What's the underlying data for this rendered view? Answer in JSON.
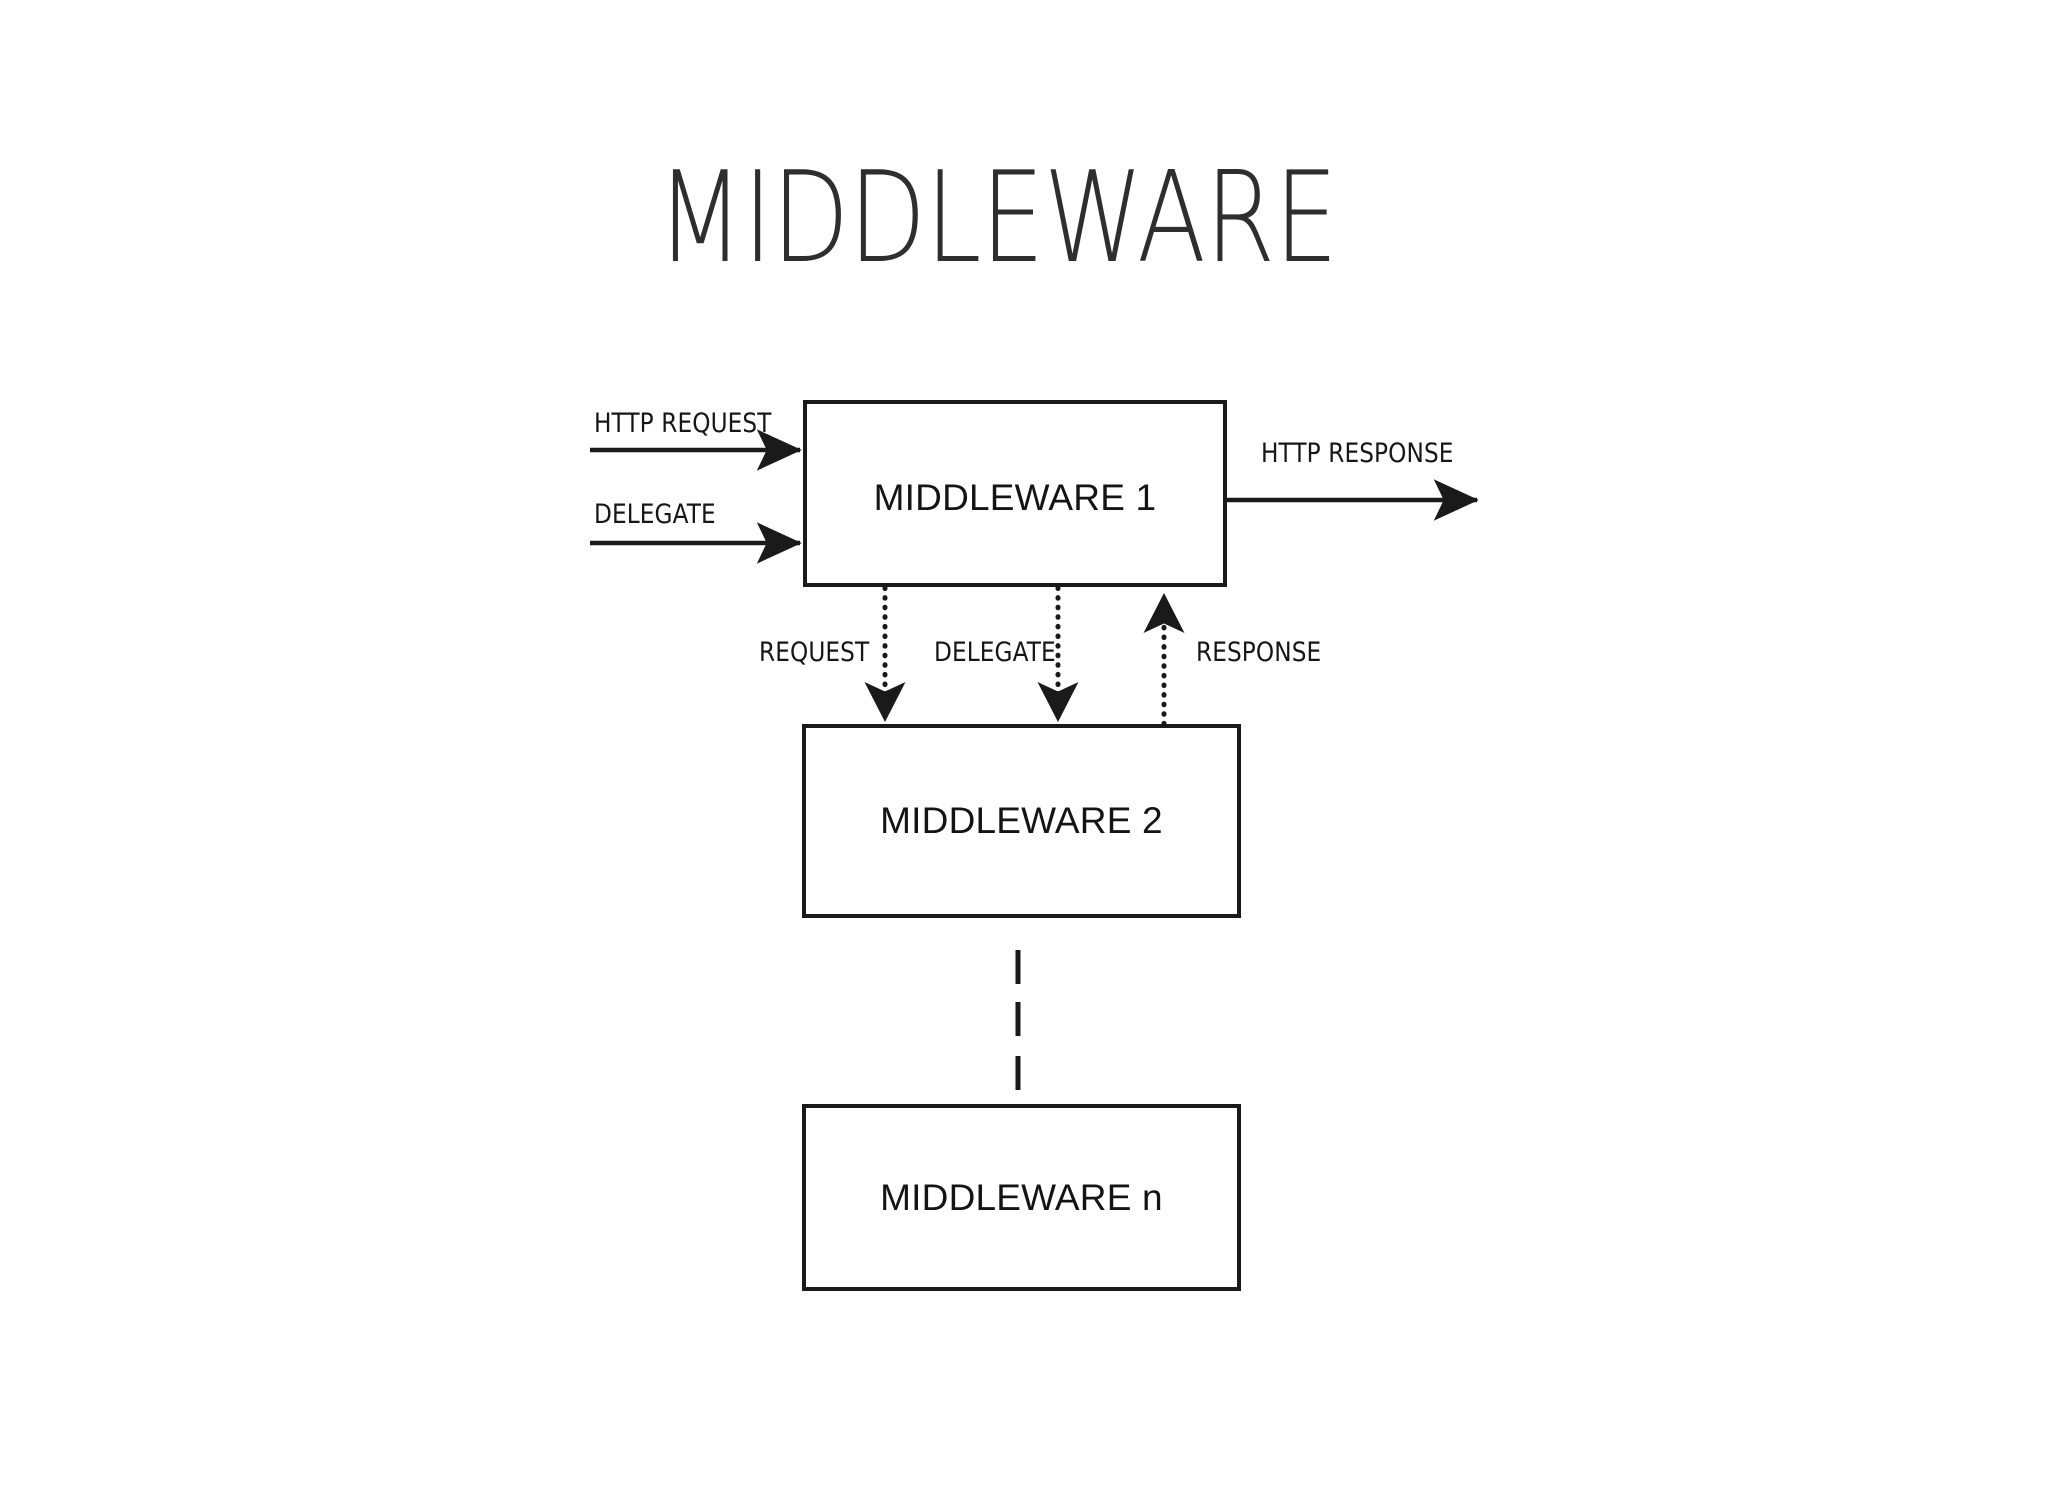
{
  "page": {
    "title": "MIDDLEWARE",
    "background_color": "#ffffff",
    "stroke_color": "#1a1a1a",
    "text_color": "#161616"
  },
  "diagram": {
    "type": "flow-diagram",
    "nodes": [
      {
        "id": "middleware-1",
        "label": "MIDDLEWARE 1"
      },
      {
        "id": "middleware-2",
        "label": "MIDDLEWARE 2"
      },
      {
        "id": "middleware-n",
        "label": "MIDDLEWARE n"
      }
    ],
    "external_edges": [
      {
        "id": "http-request",
        "label": "HTTP REQUEST",
        "from": "client",
        "to": "middleware-1",
        "direction": "right",
        "style": "solid"
      },
      {
        "id": "delegate-in",
        "label": "DELEGATE",
        "from": "client",
        "to": "middleware-1",
        "direction": "right",
        "style": "solid"
      },
      {
        "id": "http-response",
        "label": "HTTP RESPONSE",
        "from": "middleware-1",
        "to": "client",
        "direction": "right",
        "style": "solid"
      }
    ],
    "internal_edges": [
      {
        "id": "request",
        "label": "REQUEST",
        "from": "middleware-1",
        "to": "middleware-2",
        "direction": "down",
        "style": "dotted"
      },
      {
        "id": "delegate",
        "label": "DELEGATE",
        "from": "middleware-1",
        "to": "middleware-2",
        "direction": "down",
        "style": "dotted"
      },
      {
        "id": "response",
        "label": "RESPONSE",
        "from": "middleware-2",
        "to": "middleware-1",
        "direction": "up",
        "style": "dotted"
      }
    ],
    "continuation": {
      "id": "chain-ellipsis",
      "between": [
        "middleware-2",
        "middleware-n"
      ],
      "marks": 3,
      "glyph": "|"
    }
  }
}
